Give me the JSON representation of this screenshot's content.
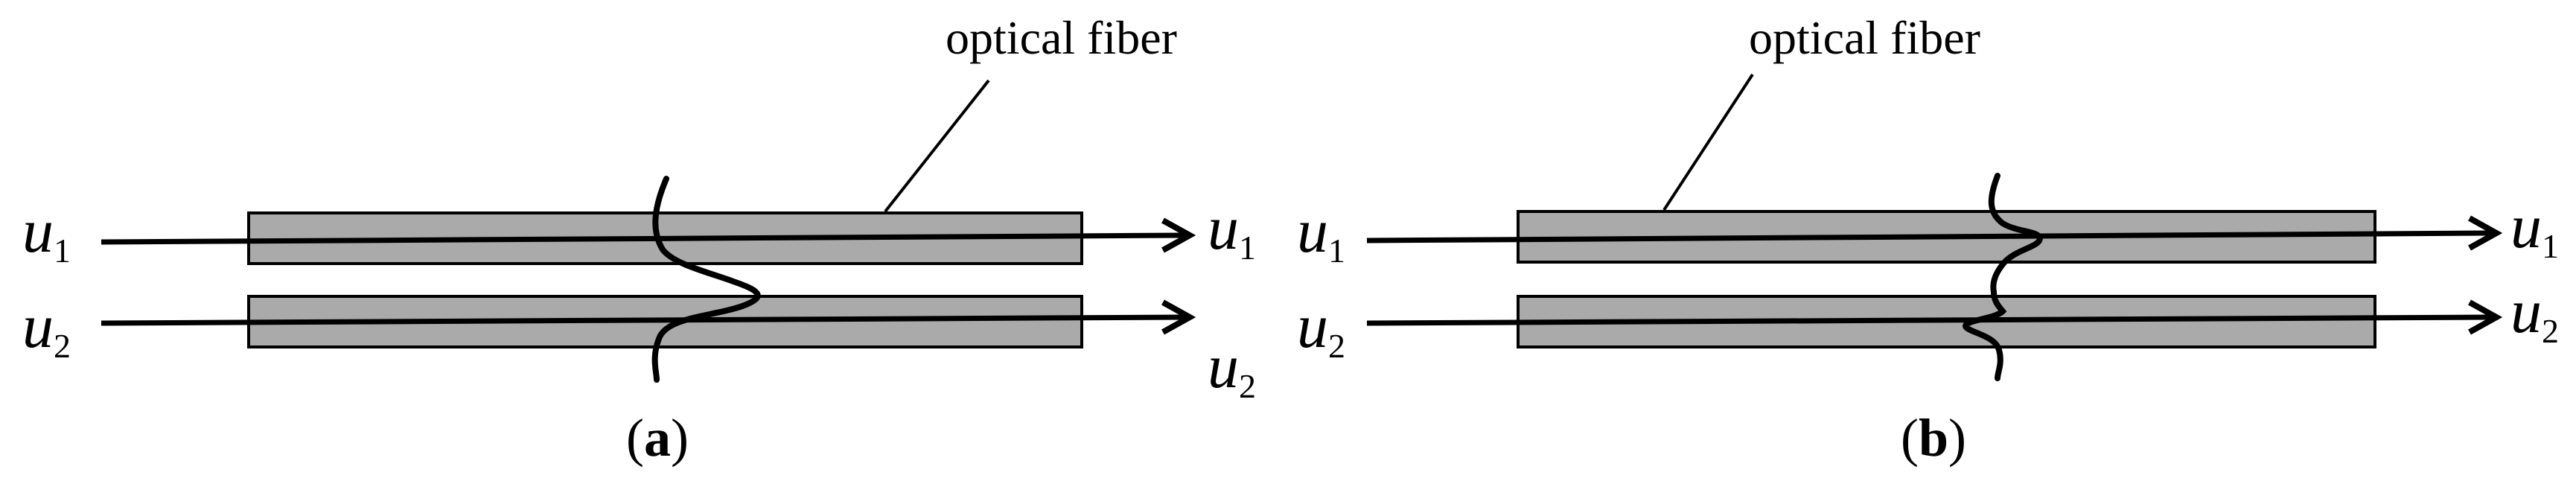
{
  "panel_a": {
    "fiber_label": "optical fiber",
    "input_top": {
      "var": "u",
      "sub": "1"
    },
    "input_bottom": {
      "var": "u",
      "sub": "2"
    },
    "output_top": {
      "var": "u",
      "sub": "1"
    },
    "output_bottom": {
      "var": "u",
      "sub": "2"
    },
    "caption": {
      "open": "(",
      "letter": "a",
      "close": ")"
    }
  },
  "panel_b": {
    "fiber_label": "optical fiber",
    "input_top": {
      "var": "u",
      "sub": "1"
    },
    "input_bottom": {
      "var": "u",
      "sub": "2"
    },
    "output_top": {
      "var": "u",
      "sub": "1"
    },
    "output_bottom": {
      "var": "u",
      "sub": "2"
    },
    "caption": {
      "open": "(",
      "letter": "b",
      "close": ")"
    }
  },
  "colors": {
    "fiber_fill": "#aaaaaa",
    "line": "#000000",
    "background": "#ffffff"
  }
}
